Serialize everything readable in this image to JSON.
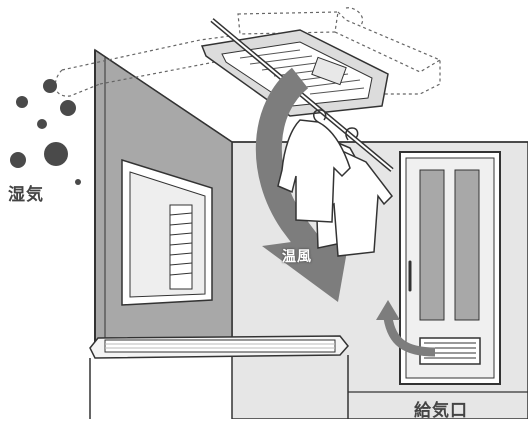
{
  "labels": {
    "humidity": "湿気",
    "warm_air": "温風",
    "air_inlet": "給気口"
  },
  "colors": {
    "wall_gray": "#a8a8a8",
    "wall_light": "#e6e6e6",
    "line": "#333333",
    "arrow_gray": "#7d7d7d",
    "dot_gray": "#4a4a4a"
  }
}
